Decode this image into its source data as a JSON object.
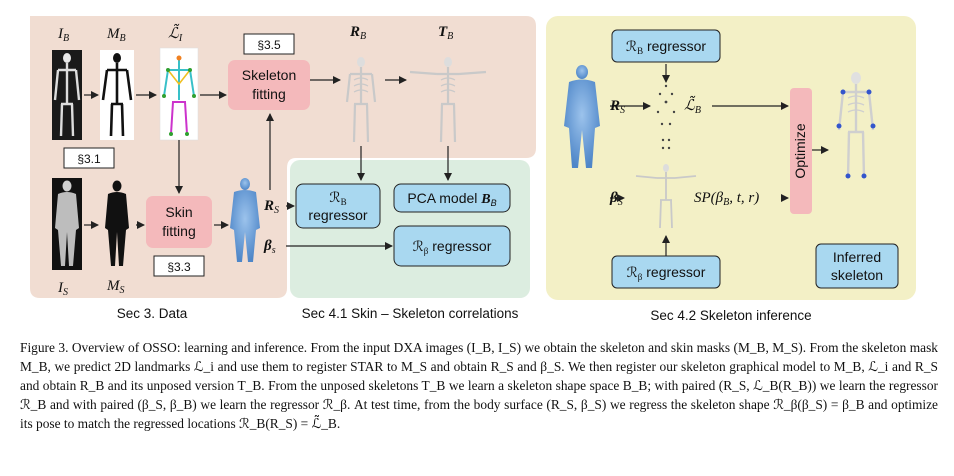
{
  "figure": {
    "sections": {
      "data": "Sec 3. Data",
      "correlations": "Sec 4.1 Skin – Skeleton correlations",
      "inference": "Sec 4.2 Skeleton inference"
    },
    "refs": {
      "s35": "§3.5",
      "s31": "§3.1",
      "s33": "§3.3"
    },
    "boxes": {
      "skeleton_fitting_line1": "Skeleton",
      "skeleton_fitting_line2": "fitting",
      "skin_fitting_line1": "Skin",
      "skin_fitting_line2": "fitting",
      "rb_regressor_a": "ℛ",
      "rb_regressor_sub": "B",
      "rb_regressor_word": "regressor",
      "pca_model": "PCA model ",
      "pca_B": "B",
      "pca_B_sub": "B",
      "rbeta_regressor": "regressor",
      "inferred_line1": "Inferred",
      "inferred_line2": "skeleton",
      "optimize": "Optimize"
    },
    "math": {
      "IB": "I",
      "IB_sub": "B",
      "MB": "M",
      "MB_sub": "B",
      "LI": "ℒ̃",
      "LI_sub": "I",
      "RB": "R",
      "RB_sub": "B",
      "TB": "T",
      "TB_sub": "B",
      "IS": "I",
      "IS_sub": "S",
      "MS": "M",
      "MS_sub": "S",
      "RS": "R",
      "RS_sub": "S",
      "betaS": "β",
      "betaS_sub": "s",
      "RS2": "R",
      "RS2_sub": "S",
      "LB": "ℒ̃",
      "LB_sub": "B",
      "betaS2": "β",
      "betaS2_sub": "S",
      "SP": "SP(β",
      "SP_sub": "B",
      "SP_rest": ", t, r)"
    }
  },
  "caption": {
    "label": "Figure 3.",
    "text": "Overview of OSSO: learning and inference. From the input DXA images (I_B, I_S) we obtain the skeleton and skin masks (M_B, M_S). From the skeleton mask M_B, we predict 2D landmarks ℒ_i and use them to register STAR to M_S and obtain R_S and β_S. We then register our skeleton graphical model to M_B, ℒ_i and R_S and obtain R_B and its unposed version T_B. From the unposed skeletons T_B we learn a skeleton shape space B_B; with paired (R_S, ℒ_B(R_B)) we learn the regressor ℛ_B and with paired (β_S, β_B) we learn the regressor ℛ_β. At test time, from the body surface (R_S, β_S) we regress the skeleton shape ℛ_β(β_S) = β_B and optimize its pose to match the regressed locations ℛ_B(R_S) = ℒ̃_B."
  }
}
